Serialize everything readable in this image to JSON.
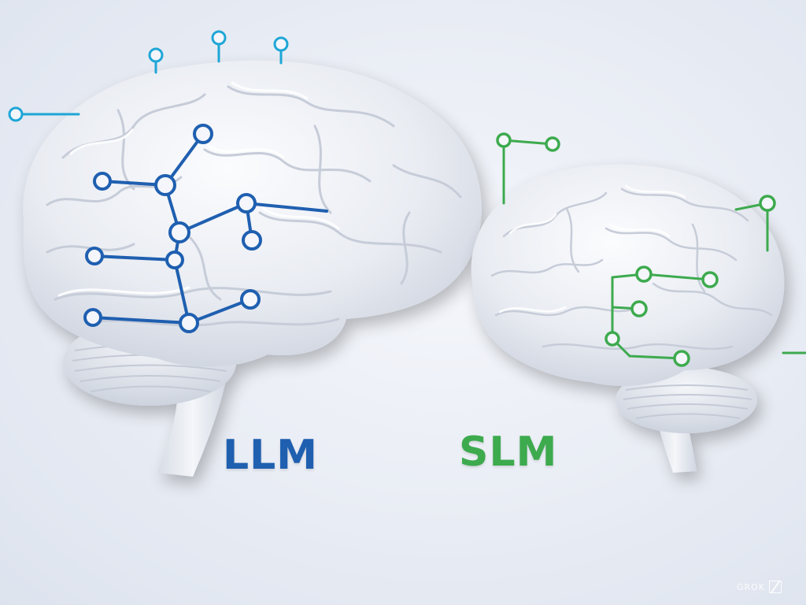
{
  "labels": {
    "left_brain": "LLM",
    "right_brain": "SLM",
    "watermark": "GROK"
  },
  "colors": {
    "llm_accent": "#1f5fb0",
    "llm_cyan": "#1ea6d6",
    "slm_accent": "#3daa4e",
    "brain_fill": "#eef0f5",
    "brain_shadow": "#c9cfdb"
  },
  "icons": {
    "left_brain": "brain-icon",
    "right_brain": "brain-icon",
    "circuits": "circuit-node-icon"
  }
}
